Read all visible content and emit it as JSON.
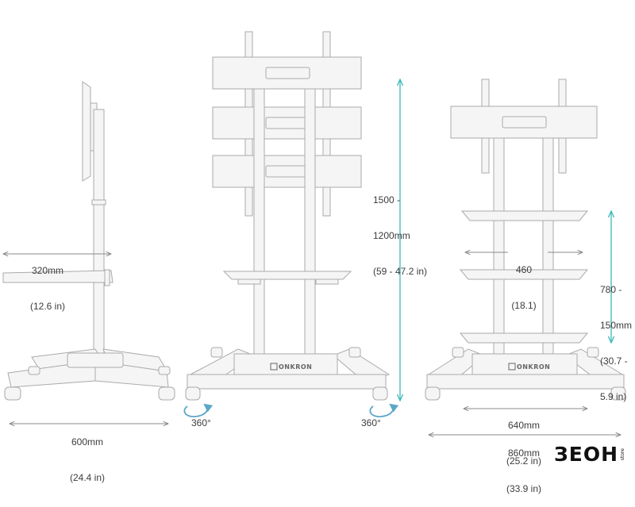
{
  "side_view": {
    "shelf_depth": [
      "320mm",
      "(12.6 in)"
    ],
    "base_depth": [
      "600mm",
      "(24.4 in)"
    ]
  },
  "front_view": {
    "height_range": [
      "1500 -",
      "1200mm",
      "(59 - 47.2 in)"
    ],
    "rotation_left": "360°",
    "rotation_right": "360°",
    "logo": "ONKRON"
  },
  "front_view_2": {
    "shelf_width": [
      "460",
      "(18.1)"
    ],
    "shelf_travel": [
      "780 -",
      "150mm",
      "(30.7 -",
      "5.9 in)"
    ],
    "inner_width": [
      "640mm",
      "(25.2 in)"
    ],
    "outer_width": [
      "860mm",
      "(33.9 in)"
    ],
    "logo": "ONKRON"
  },
  "brand": {
    "name": "ЗЕОН",
    "side": "store"
  },
  "colors": {
    "dimension_line": "#8a8a8a",
    "height_arrow": "#3fb8b8",
    "stand_outline": "#a9a9a9",
    "stand_fill": "#f4f4f4"
  }
}
